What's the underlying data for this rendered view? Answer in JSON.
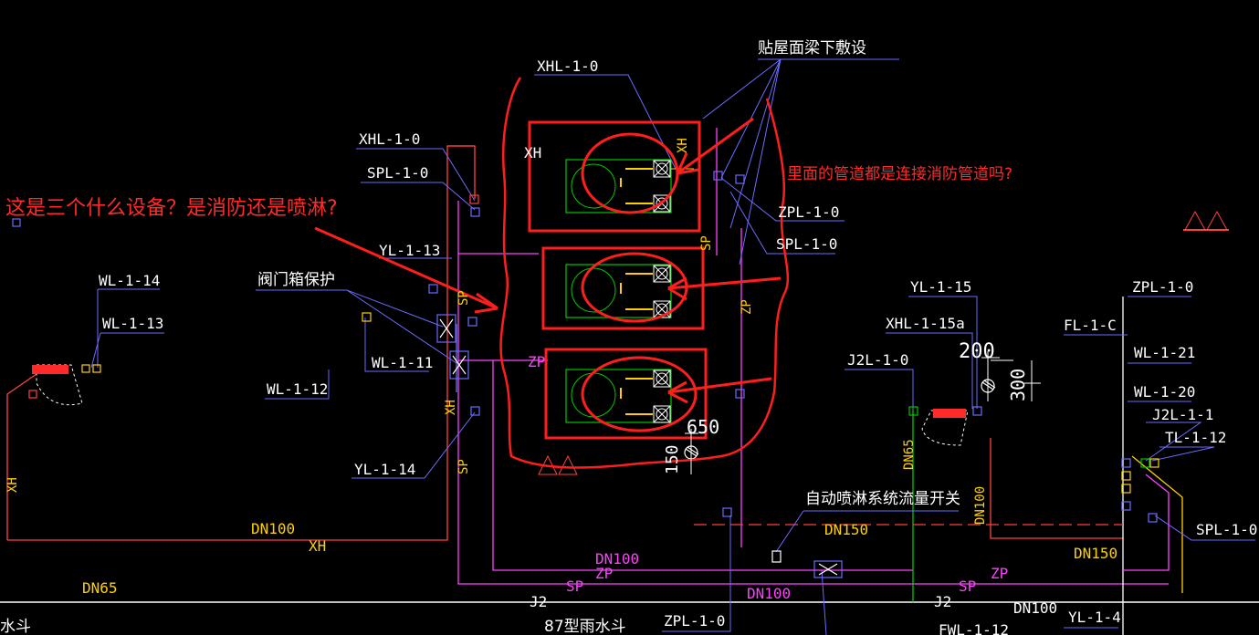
{
  "annotations": {
    "question_devices": "这是三个什么设备？是消防还是喷淋?",
    "question_pipes": "里面的管道都是连接消防管道吗?"
  },
  "notes": {
    "under_roof_beam": "贴屋面梁下敷设",
    "valve_box": "阀门箱保护",
    "flow_switch": "自动喷淋系统流量开关",
    "rain_hopper": "87型雨水斗",
    "rain_hopper_left": "水斗"
  },
  "tags": {
    "xhl_top": "XHL-1-0",
    "xhl_left": "XHL-1-0",
    "spl_left": "SPL-1-0",
    "yl_1_13": "YL-1-13",
    "wl_1_14": "WL-1-14",
    "wl_1_13": "WL-1-13",
    "wl_1_11": "WL-1-11",
    "wl_1_12": "WL-1-12",
    "yl_1_14": "YL-1-14",
    "zpl_right": "ZPL-1-0",
    "spl_right": "SPL-1-0",
    "yl_1_15": "YL-1-15",
    "xhl_1_15a": "XHL-1-15a",
    "j2l_1_0": "J2L-1-0",
    "zpl_far": "ZPL-1-0",
    "fl_1_c": "FL-1-C",
    "wl_1_21": "WL-1-21",
    "wl_1_20": "WL-1-20",
    "j2l_1_1": "J2L-1-1",
    "tl_1_12": "TL-1-12",
    "spl_far": "SPL-1-0",
    "zpl_bottom": "ZPL-1-0",
    "fwl_1_12": "FWL-1-12",
    "yl_1_4": "YL-1-4"
  },
  "pipe_labels": {
    "dn100_left": "DN100",
    "xh_bottom": "XH",
    "dn65": "DN65",
    "j2_left": "J2",
    "sp_bottom": "SP",
    "zp_bottom": "ZP",
    "dn100_mid": "DN100",
    "dn100_mid2": "DN100",
    "dn150_mid": "DN150",
    "j2_right": "J2",
    "sp_right": "SP",
    "zp_right": "ZP",
    "dn100_right": "DN100",
    "dn150_right": "DN150",
    "zp_mid": "ZP",
    "xh_box": "XH",
    "xh_vertical": "XH",
    "sp_vertical1": "SP",
    "sp_vertical2": "SP",
    "xh_left_vertical": "XH",
    "zp_vertical": "ZP",
    "sp_vertical3": "SP",
    "xh_top_vertical": "XH",
    "dn65_vertical": "DN65",
    "dn100_vertical": "DN100"
  },
  "dims": {
    "d200": "200",
    "d300": "300",
    "d650": "650",
    "d150": "150"
  },
  "colors": {
    "background": "#000000",
    "annotation_red": "#ff2a2a",
    "fire_pipe": "#ff4040",
    "spray_pipe": "#ff40ff",
    "leader_blue": "#6b6bff",
    "label_yellow": "#ffd000",
    "equipment_green": "#00c800",
    "equipment_white": "#ffffff"
  }
}
